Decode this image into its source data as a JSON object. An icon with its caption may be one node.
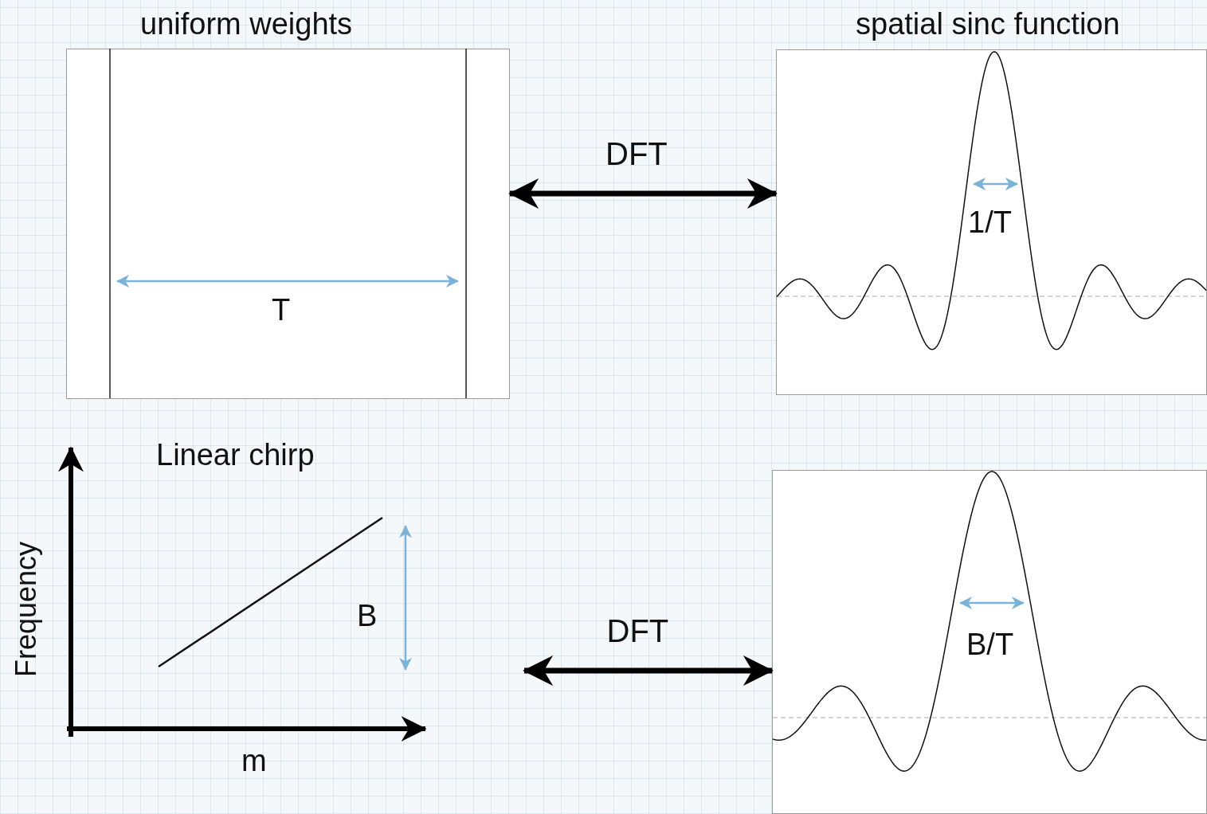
{
  "diagram": {
    "nodes": [
      {
        "text": [
          "uniform weights"
        ]
      },
      {
        "text": [
          "spatial sinc function"
        ]
      },
      {
        "text": [
          "Linear chirp"
        ]
      },
      {
        "text": [],
        "shape": "box"
      }
    ],
    "edges": [
      {
        "from": 0,
        "to": 1,
        "arrow": "both",
        "label": "DFT"
      },
      {
        "from": 2,
        "to": 3,
        "arrow": "both",
        "label": "DFT"
      }
    ],
    "labels": [
      "1/T",
      "T",
      "B",
      "B/T",
      "Frequency",
      "m"
    ]
  }
}
